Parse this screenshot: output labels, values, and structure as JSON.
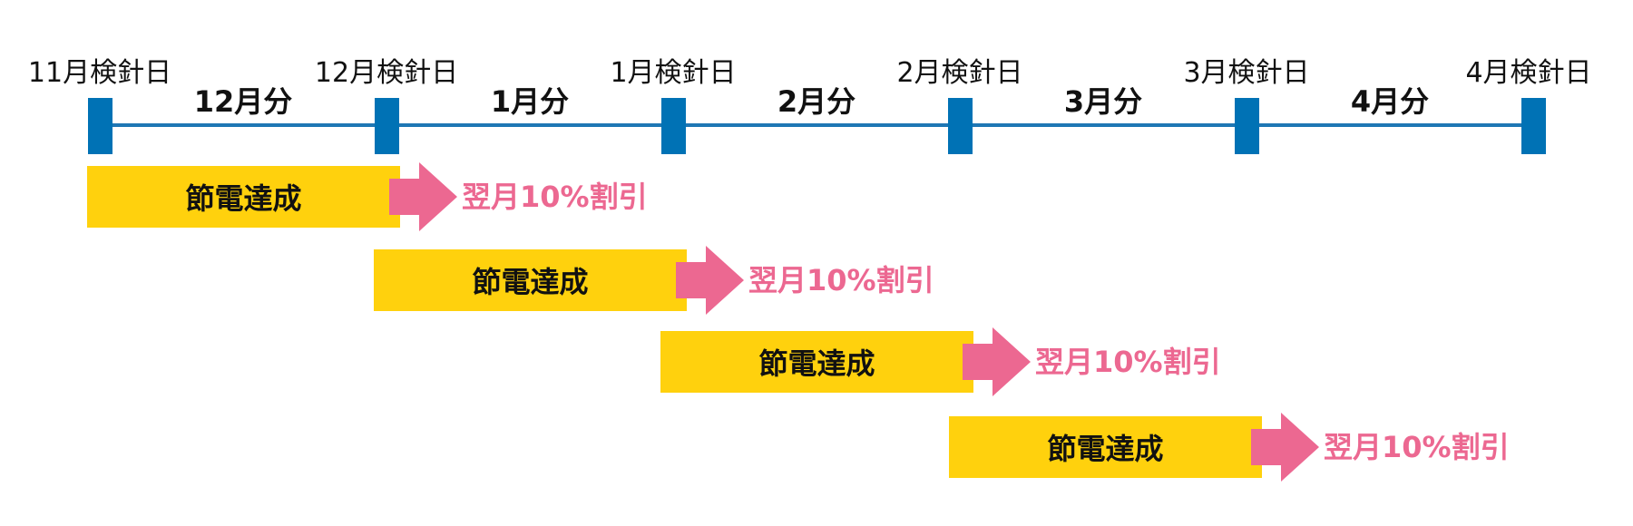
{
  "timeline": {
    "ticks": [
      {
        "label": "11月検針日"
      },
      {
        "label": "12月検針日"
      },
      {
        "label": "1月検針日"
      },
      {
        "label": "2月検針日"
      },
      {
        "label": "3月検針日"
      },
      {
        "label": "4月検針日"
      }
    ],
    "periods": [
      {
        "label": "12月分"
      },
      {
        "label": "1月分"
      },
      {
        "label": "2月分"
      },
      {
        "label": "3月分"
      },
      {
        "label": "4月分"
      }
    ]
  },
  "rows": [
    {
      "achievement": "節電達成",
      "discount": "翌月10%割引"
    },
    {
      "achievement": "節電達成",
      "discount": "翌月10%割引"
    },
    {
      "achievement": "節電達成",
      "discount": "翌月10%割引"
    },
    {
      "achievement": "節電達成",
      "discount": "翌月10%割引"
    }
  ],
  "colors": {
    "axis": "#1f77b4",
    "marker": "#0072b5",
    "bar": "#ffd10d",
    "arrow": "#ec6891",
    "discount_text": "#ec6891"
  }
}
